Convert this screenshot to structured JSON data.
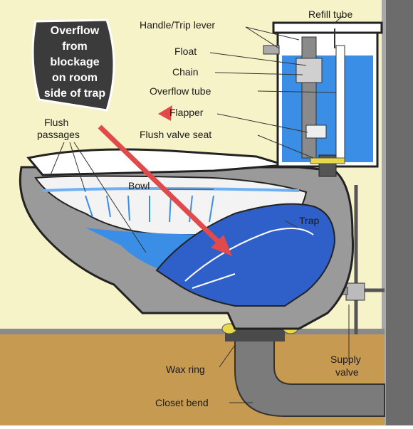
{
  "labels": {
    "refill_tube": "Refill tube",
    "handle_trip_lever": "Handle/Trip lever",
    "float": "Float",
    "chain": "Chain",
    "overflow_tube": "Overflow tube",
    "flapper": "Flapper",
    "flush_valve_seat": "Flush valve seat",
    "flush_passages_1": "Flush",
    "flush_passages_2": "passages",
    "bowl": "Bowl",
    "trap": "Trap",
    "wax_ring": "Wax ring",
    "supply_valve_1": "Supply",
    "supply_valve_2": "valve",
    "closet_bend": "Closet bend"
  },
  "callout": {
    "line1": "Overflow",
    "line2": "from",
    "line3": "blockage",
    "line4": "on room",
    "line5": "side of trap"
  },
  "colors": {
    "background": "#f7f3c9",
    "water": "#3a8ee6",
    "porcelain": "#9a9a9a",
    "floor": "#c79a52",
    "wall": "#6c6c6c",
    "arrow": "#e04a4a"
  }
}
